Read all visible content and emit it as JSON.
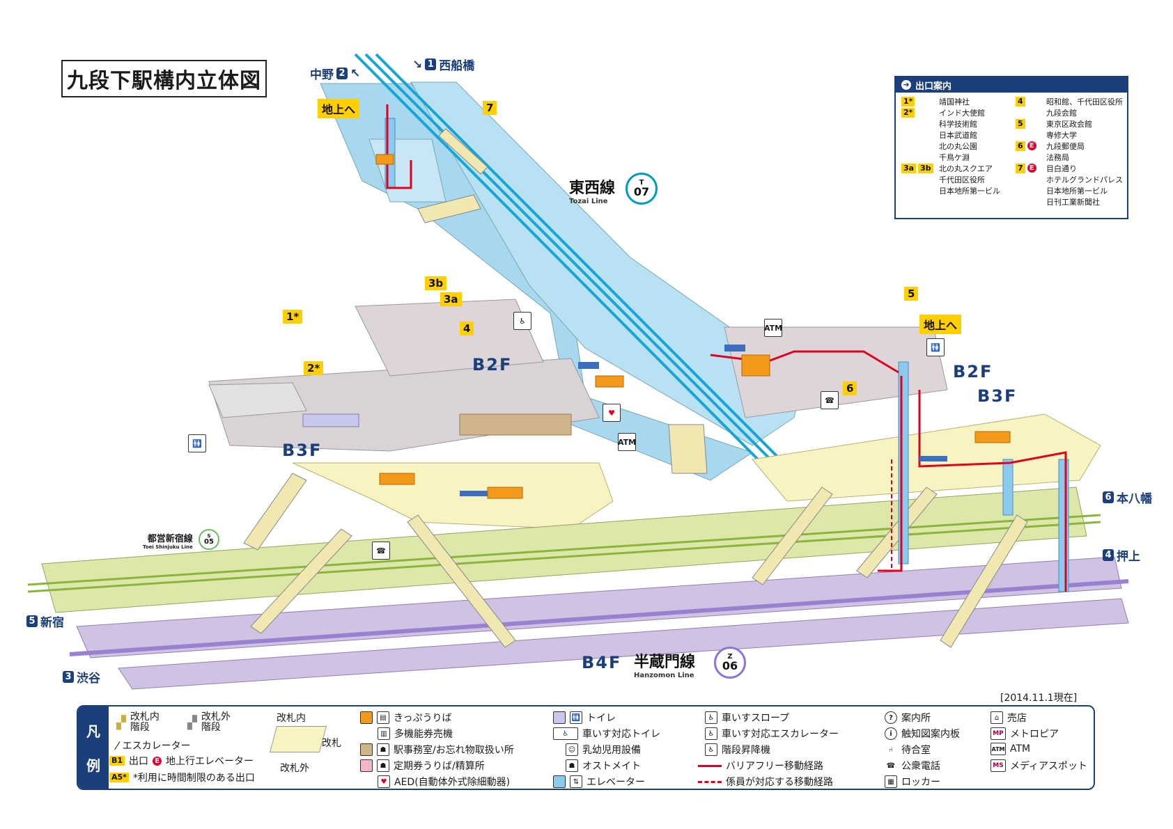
{
  "title": "九段下駅構内立体図",
  "date": "[2014.11.1現在]",
  "floors": {
    "b2f_left": "B2F",
    "b3f_left": "B3F",
    "b2f_right": "B2F",
    "b3f_right": "B3F",
    "b4f": "B4F"
  },
  "lines": {
    "tozai": {
      "name": "東西線",
      "sub": "Tozai Line",
      "letter": "T",
      "code": "07",
      "color": "#009bbf"
    },
    "hanzomon": {
      "name": "半蔵門線",
      "sub": "Hanzomon Line",
      "letter": "Z",
      "code": "06",
      "color": "#8f76d6"
    },
    "shinjuku": {
      "name": "都営新宿線",
      "sub": "Toei Shinjuku Line",
      "letter": "S",
      "code": "05",
      "color": "#6cbb5a"
    }
  },
  "directions": [
    {
      "num": "1",
      "label": "西船橋"
    },
    {
      "num": "2",
      "label": "中野"
    },
    {
      "num": "6",
      "label": "本八幡"
    },
    {
      "num": "4",
      "label": "押上"
    },
    {
      "num": "5",
      "label": "新宿"
    },
    {
      "num": "3",
      "label": "渋谷"
    }
  ],
  "exit_labels": [
    "7",
    "3b",
    "3a",
    "1*",
    "4",
    "2*",
    "5",
    "6"
  ],
  "to_ground": "地上へ",
  "map_icons": {
    "atm": "ATM"
  },
  "exit_guide": {
    "header": "出口案内",
    "left": [
      {
        "nums": [
          "1*"
        ],
        "places": [
          "靖国神社"
        ]
      },
      {
        "nums": [
          "2*"
        ],
        "places": [
          "インド大使館",
          "科学技術館",
          "日本武道館",
          "北の丸公園",
          "千鳥ケ淵"
        ]
      },
      {
        "nums": [
          "3a",
          "3b"
        ],
        "places": [
          "北の丸スクエア",
          "千代田区役所",
          "日本地所第一ビル"
        ]
      }
    ],
    "right": [
      {
        "nums": [
          "4"
        ],
        "places": [
          "昭和館、千代田区役所",
          "九段会館"
        ]
      },
      {
        "nums": [
          "5"
        ],
        "places": [
          "東京区政会館",
          "専修大学"
        ]
      },
      {
        "nums": [
          "6"
        ],
        "elev": true,
        "places": [
          "九段郵便局",
          "法務局"
        ]
      },
      {
        "nums": [
          "7"
        ],
        "elev": true,
        "places": [
          "目白通り",
          "ホテルグランドパレス",
          "日本地所第一ビル",
          "日刊工業新聞社"
        ]
      }
    ]
  },
  "legend": {
    "head": [
      "凡",
      "例"
    ],
    "items": {
      "inside_stairs": "改札内\n階段",
      "outside_stairs": "改札外\n階段",
      "escalator": "エスカレーター",
      "exit_badge": "B1",
      "exit": "出口",
      "elevator_up": "地上行エレベーター",
      "limited_badge": "A5*",
      "limited": "*利用に時間制限のある出口",
      "gate_inside": "改札内",
      "gate": "改札",
      "gate_outside": "改札外",
      "ticket": "きっぷうりば",
      "multi_ticket": "多機能券売機",
      "office": "駅事務室/お忘れ物取扱い所",
      "pass": "定期券うりば/精算所",
      "aed": "AED(自動体外式除細動器)",
      "toilet": "トイレ",
      "wc_toilet": "車いす対応トイレ",
      "baby": "乳幼児用設備",
      "ostomate": "オストメイト",
      "elevator": "エレベーター",
      "ramp": "車いすスロープ",
      "wc_escalator": "車いす対応エスカレーター",
      "stair_lift": "階段昇降機",
      "barrier_free": "バリアフリー移動経路",
      "staff_route": "係員が対応する移動経路",
      "info": "案内所",
      "tactile": "触知図案内板",
      "waiting": "待合室",
      "phone": "公衆電話",
      "locker": "ロッカー",
      "shop": "売店",
      "metropia": "メトロピア",
      "atm": "ATM",
      "media": "メディアスポット"
    }
  }
}
